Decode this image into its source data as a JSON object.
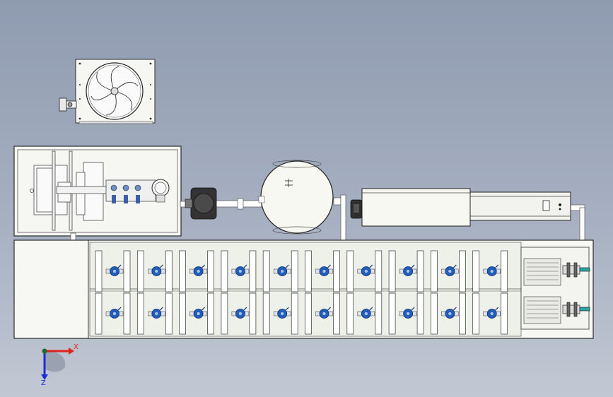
{
  "colors": {
    "background_top": "#8f9bb0",
    "background_bottom": "#c2c8d3",
    "body_fill": "#f6f7f3",
    "edge": "#2b2b2b",
    "rack_blue": "#1f5fbf",
    "axis_x": "#e0201a",
    "axis_y": "#1d6b2a",
    "axis_z": "#1b2fcf"
  },
  "triad": {
    "x_label": "X",
    "z_label": "Z"
  },
  "rack": {
    "column_count": 10,
    "row_count": 2
  },
  "icons": {
    "condenser_fan": "fan-icon",
    "pump_valve": "valve-icon",
    "fitting": "fitting-icon"
  }
}
